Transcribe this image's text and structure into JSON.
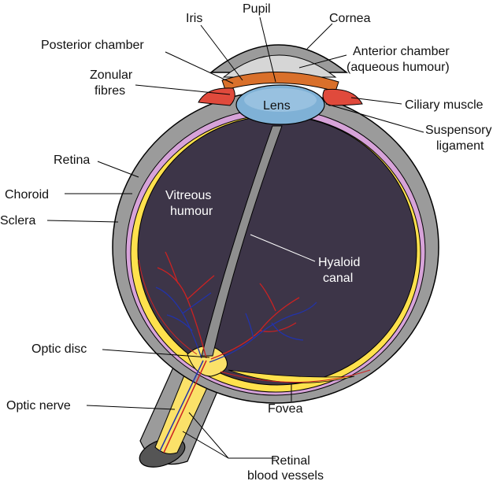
{
  "labels": {
    "pupil": "Pupil",
    "iris": "Iris",
    "cornea": "Cornea",
    "posterior_chamber": "Posterior chamber",
    "anterior_chamber_1": "Anterior chamber",
    "anterior_chamber_2": "(aqueous humour)",
    "zonular_fibres_1": "Zonular",
    "zonular_fibres_2": "fibres",
    "lens": "Lens",
    "ciliary_muscle": "Ciliary muscle",
    "suspensory_ligament_1": "Suspensory",
    "suspensory_ligament_2": "ligament",
    "retina": "Retina",
    "choroid": "Choroid",
    "sclera": "Sclera",
    "vitreous_humour_1": "Vitreous",
    "vitreous_humour_2": "humour",
    "hyaloid_canal_1": "Hyaloid",
    "hyaloid_canal_2": "canal",
    "optic_disc": "Optic disc",
    "optic_nerve": "Optic nerve",
    "fovea": "Fovea",
    "retinal_blood_vessels_1": "Retinal",
    "retinal_blood_vessels_2": "blood vessels"
  },
  "colors": {
    "sclera": "#9b9b9b",
    "choroid": "#d7a3d9",
    "retina": "#ffe14d",
    "vitreous": "#3d3548",
    "cornea_chamber": "#d6d6d6",
    "iris": "#d9702b",
    "ciliary": "#e04a3c",
    "lens": "#7fb1d6",
    "optic_nerve": "#fbe169",
    "artery": "#cc2222",
    "vein": "#2233aa"
  }
}
